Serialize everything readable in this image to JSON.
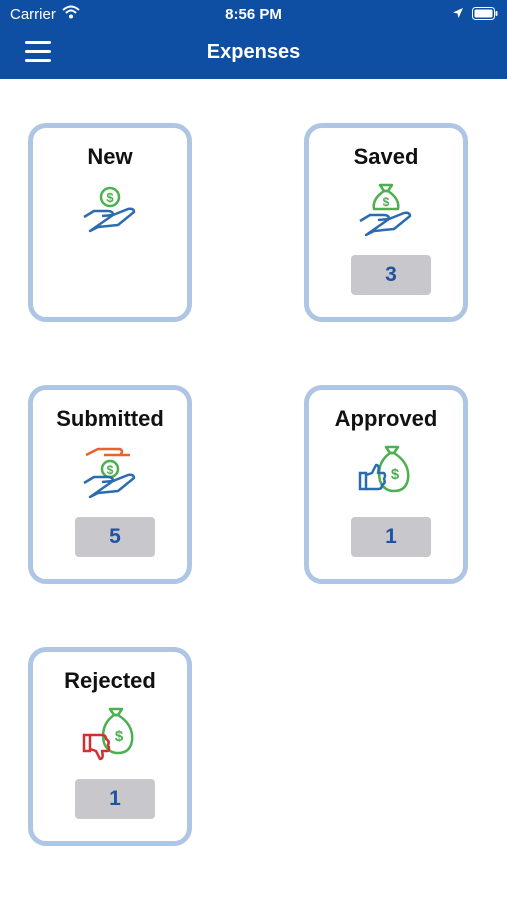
{
  "status_bar": {
    "carrier": "Carrier",
    "time": "8:56 PM"
  },
  "header": {
    "title": "Expenses"
  },
  "cards": [
    {
      "label": "New",
      "icon": "hand-coin-icon"
    },
    {
      "label": "Saved",
      "icon": "hand-money-bag-icon",
      "count": "3"
    },
    {
      "label": "Submitted",
      "icon": "hands-exchange-coin-icon",
      "count": "5"
    },
    {
      "label": "Approved",
      "icon": "thumbs-up-money-bag-icon",
      "count": "1"
    },
    {
      "label": "Rejected",
      "icon": "thumbs-down-money-bag-icon",
      "count": "1"
    }
  ],
  "colors": {
    "header": "#0f4fa3",
    "card_border": "#aec6e3",
    "badge_bg": "#c8c8cc",
    "badge_text": "#1f52a3",
    "icon_blue": "#2b6cb0",
    "icon_green": "#4caf50",
    "icon_orange": "#e8622a",
    "icon_red": "#d32f2f"
  }
}
